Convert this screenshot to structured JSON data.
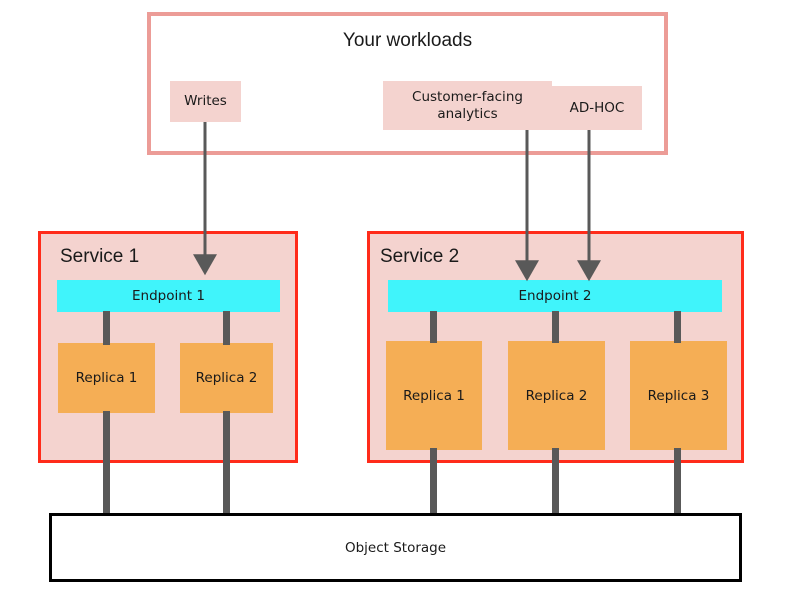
{
  "workloads": {
    "title": "Your workloads",
    "chips": [
      {
        "label": "Writes"
      },
      {
        "label": "Customer-facing analytics"
      },
      {
        "label": "AD-HOC"
      }
    ]
  },
  "services": [
    {
      "title": "Service 1",
      "endpoint": "Endpoint 1",
      "replicas": [
        {
          "label": "Replica 1"
        },
        {
          "label": "Replica 2"
        }
      ]
    },
    {
      "title": "Service 2",
      "endpoint": "Endpoint 2",
      "replicas": [
        {
          "label": "Replica 1"
        },
        {
          "label": "Replica 2"
        },
        {
          "label": "Replica 3"
        }
      ]
    }
  ],
  "storage": {
    "label": "Object Storage"
  },
  "colors": {
    "workloads_border": "#ec9c97",
    "chip_fill": "#f4d3cf",
    "service_border": "#ff2b1a",
    "service_fill": "#f4d3cf",
    "endpoint_fill": "#40f4fb",
    "replica_fill": "#f5ae55",
    "connector": "#595959",
    "storage_border": "#000000",
    "text": "#1a1a1a"
  }
}
